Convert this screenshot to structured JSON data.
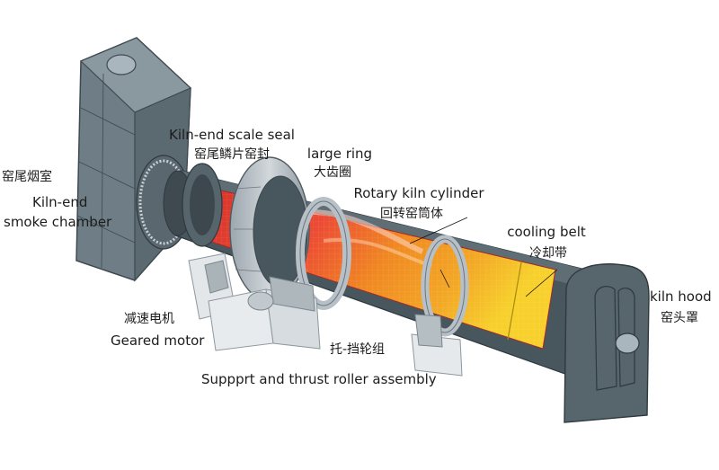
{
  "labels": {
    "smoke_chamber": {
      "zh": "窑尾烟室",
      "en_line1": "Kiln-end",
      "en_line2": "smoke chamber"
    },
    "scale_seal": {
      "en": "Kiln-end scale seal",
      "zh": "窑尾鳞片窑封"
    },
    "large_ring": {
      "en": "large ring",
      "zh": "大齿圈"
    },
    "kiln_cylinder": {
      "en": "Rotary kiln cylinder",
      "zh": "回转窑筒体"
    },
    "cooling_belt": {
      "en": "cooling belt",
      "zh": "冷却带"
    },
    "kiln_hood": {
      "en": "kiln hood",
      "zh": "窑头罩"
    },
    "geared_motor": {
      "zh": "减速电机",
      "en": "Geared motor"
    },
    "roller_assembly": {
      "zh": "托-挡轮组",
      "en": "Suppprt and thrust roller assembly"
    }
  },
  "colors": {
    "body": "#4a5860",
    "chamber": "#7a8890",
    "chamber_dark": "#5d6b73",
    "ring": "#c4ccd2",
    "support": "#e6e9eb",
    "hot": "#e23a2e",
    "warm": "#f08a22",
    "cool": "#f6c82a",
    "hood": "#56646c"
  }
}
